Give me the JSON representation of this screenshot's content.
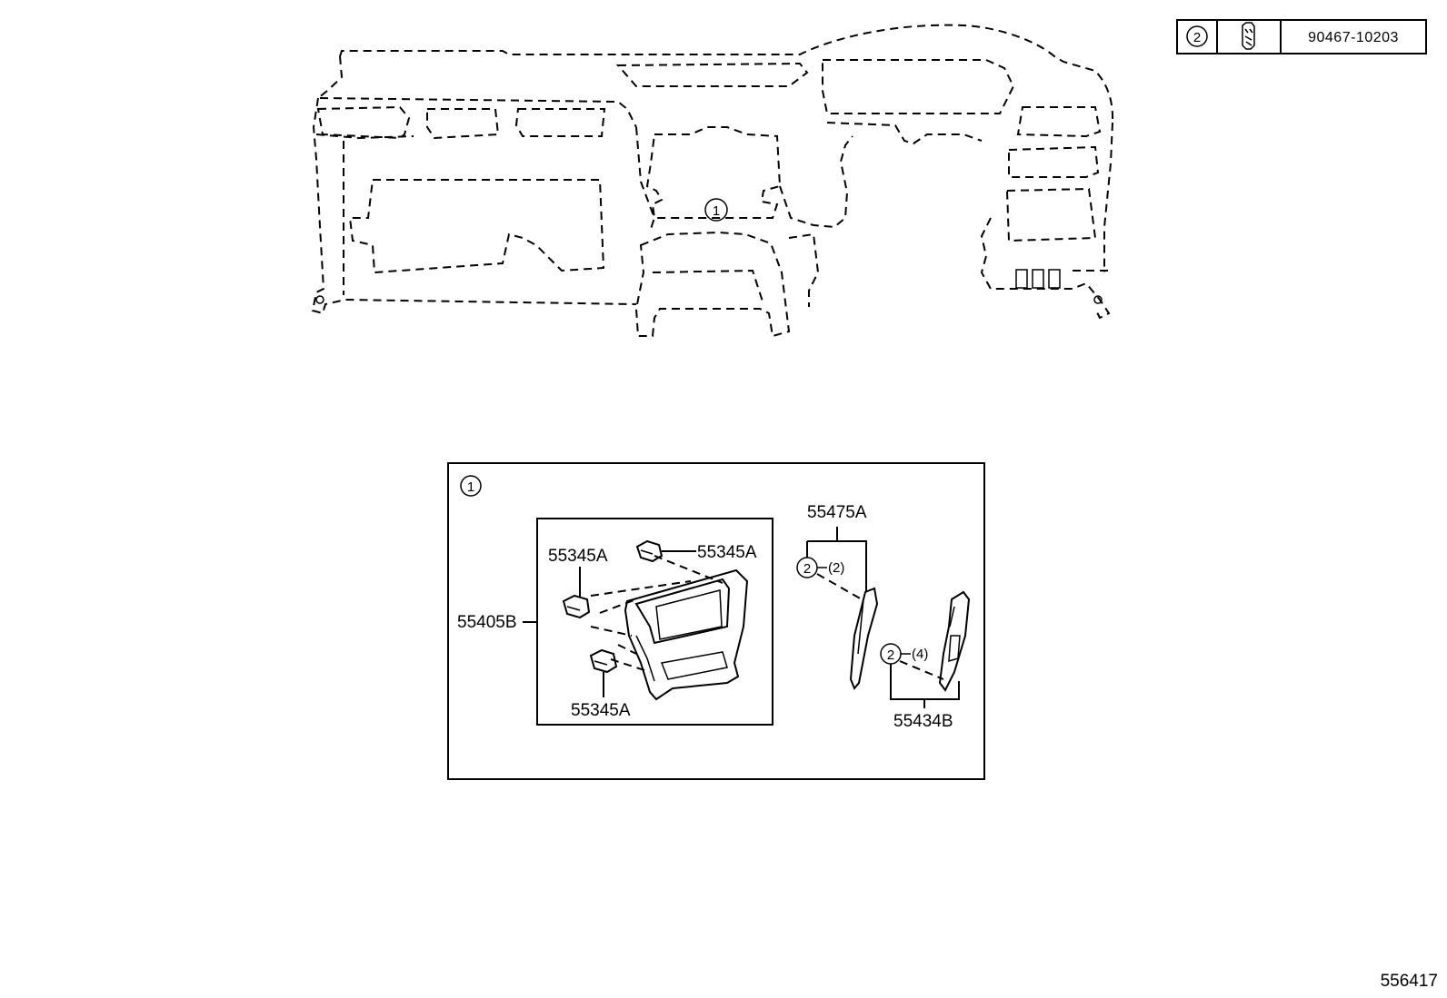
{
  "legend": {
    "callout": "2",
    "part_number": "90467-10203",
    "icon": "clip-icon"
  },
  "overview": {
    "callout": "1"
  },
  "detail": {
    "callout": "1",
    "labels": {
      "bezel_assy": "55405B",
      "clip_top_right": "55345A",
      "clip_top_left": "55345A",
      "clip_bottom": "55345A",
      "side_panel": "55475A",
      "lower_panel": "55434B",
      "qty_side": "(2)",
      "qty_lower": "(4)",
      "callout_side": "2",
      "callout_lower": "2"
    }
  },
  "diagram_id": "556417"
}
